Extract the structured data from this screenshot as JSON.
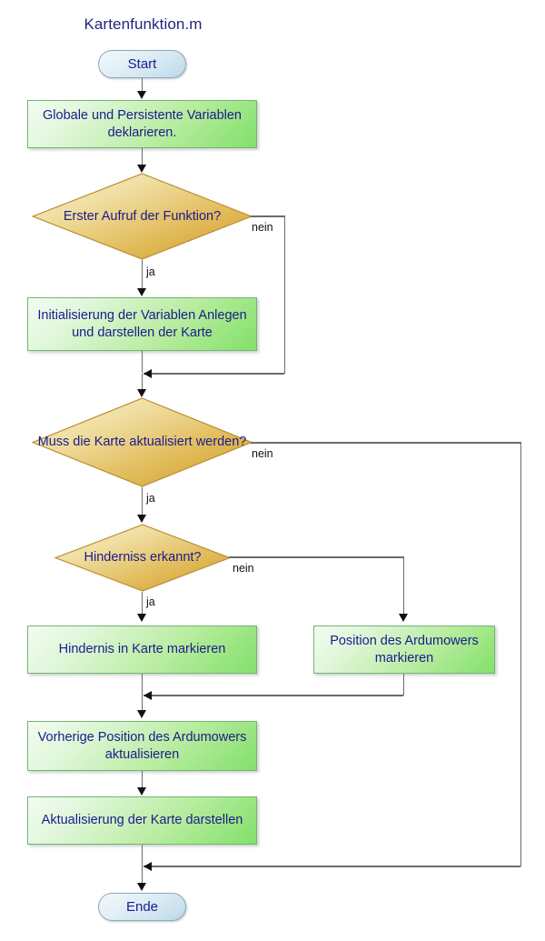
{
  "diagram": {
    "title": "Kartenfunktion.m",
    "nodes": {
      "start": {
        "label": "Start",
        "type": "terminator"
      },
      "declare_vars": {
        "label": "Globale und Persistente Variablen deklarieren.",
        "type": "process"
      },
      "first_call": {
        "label": "Erster Aufruf der Funktion?",
        "type": "decision"
      },
      "init_vars": {
        "label": "Initialisierung der Variablen Anlegen und darstellen der Karte",
        "type": "process"
      },
      "must_update": {
        "label": "Muss die Karte aktualisiert werden?",
        "type": "decision"
      },
      "obstacle": {
        "label": "Hinderniss erkannt?",
        "type": "decision"
      },
      "mark_obstacle": {
        "label": "Hindernis in Karte markieren",
        "type": "process"
      },
      "mark_position": {
        "label": "Position des Ardumowers markieren",
        "type": "process"
      },
      "update_prev_pos": {
        "label": "Vorherige Position des Ardumowers aktualisieren",
        "type": "process"
      },
      "render_map": {
        "label": "Aktualisierung der Karte darstellen",
        "type": "process"
      },
      "end": {
        "label": "Ende",
        "type": "terminator"
      }
    },
    "edge_labels": {
      "first_call_no": "nein",
      "first_call_yes": "ja",
      "must_update_no": "nein",
      "must_update_yes": "ja",
      "obstacle_no": "nein",
      "obstacle_yes": "ja"
    },
    "colors": {
      "title_text": "#242480",
      "node_text": "#1b1b8c",
      "terminator_fill_light": "#f2f9fc",
      "terminator_fill_dark": "#bcd7e8",
      "terminator_border": "#8fa9b8",
      "process_fill_light": "#f3fcf1",
      "process_fill_dark": "#82e06a",
      "process_border": "#73b573",
      "decision_fill_light": "#f6e7b8",
      "decision_fill_dark": "#d9a329",
      "decision_border": "#b58a2a",
      "connector": "#6b6b6b",
      "arrowhead": "#111111",
      "background": "#ffffff"
    }
  }
}
